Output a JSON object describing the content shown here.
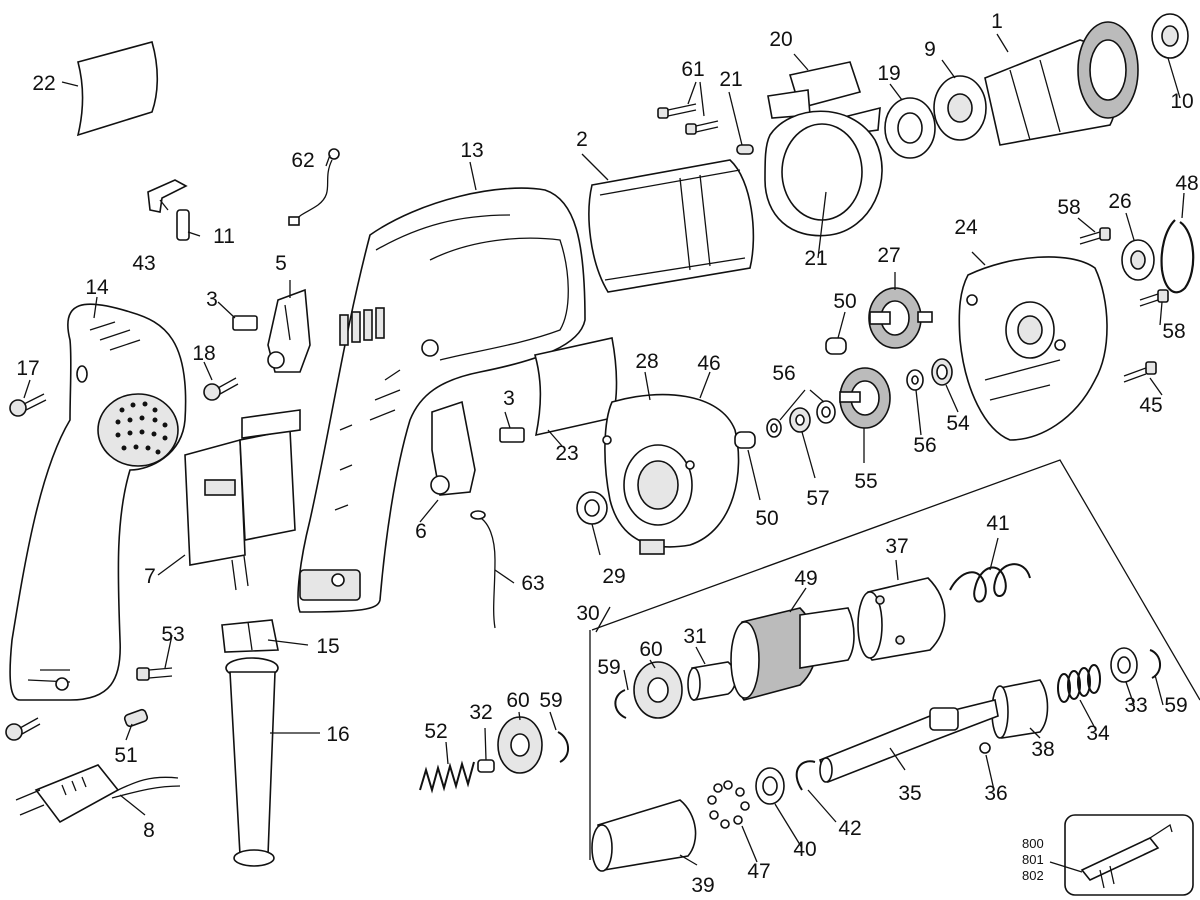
{
  "labels": {
    "p1": "1",
    "p2": "2",
    "p3a": "3",
    "p3b": "3",
    "p5": "5",
    "p6": "6",
    "p7": "7",
    "p8": "8",
    "p9": "9",
    "p10": "10",
    "p11": "11",
    "p13": "13",
    "p14": "14",
    "p15": "15",
    "p16": "16",
    "p17": "17",
    "p18": "18",
    "p19": "19",
    "p20": "20",
    "p21a": "21",
    "p21b": "21",
    "p22": "22",
    "p23": "23",
    "p24": "24",
    "p26": "26",
    "p27": "27",
    "p28": "28",
    "p29": "29",
    "p30": "30",
    "p31": "31",
    "p32": "32",
    "p33": "33",
    "p34": "34",
    "p35": "35",
    "p36": "36",
    "p37": "37",
    "p38": "38",
    "p39": "39",
    "p40": "40",
    "p41": "41",
    "p42": "42",
    "p43": "43",
    "p45": "45",
    "p46": "46",
    "p47": "47",
    "p48": "48",
    "p49": "49",
    "p50a": "50",
    "p50b": "50",
    "p51": "51",
    "p52": "52",
    "p53": "53",
    "p54": "54",
    "p55": "55",
    "p56a": "56",
    "p56b": "56",
    "p57": "57",
    "p58a": "58",
    "p58b": "58",
    "p59a": "59",
    "p59b": "59",
    "p59c": "59",
    "p60a": "60",
    "p60b": "60",
    "p61": "61",
    "p62": "62",
    "p63": "63",
    "p800": "800",
    "p801": "801",
    "p802": "802"
  }
}
